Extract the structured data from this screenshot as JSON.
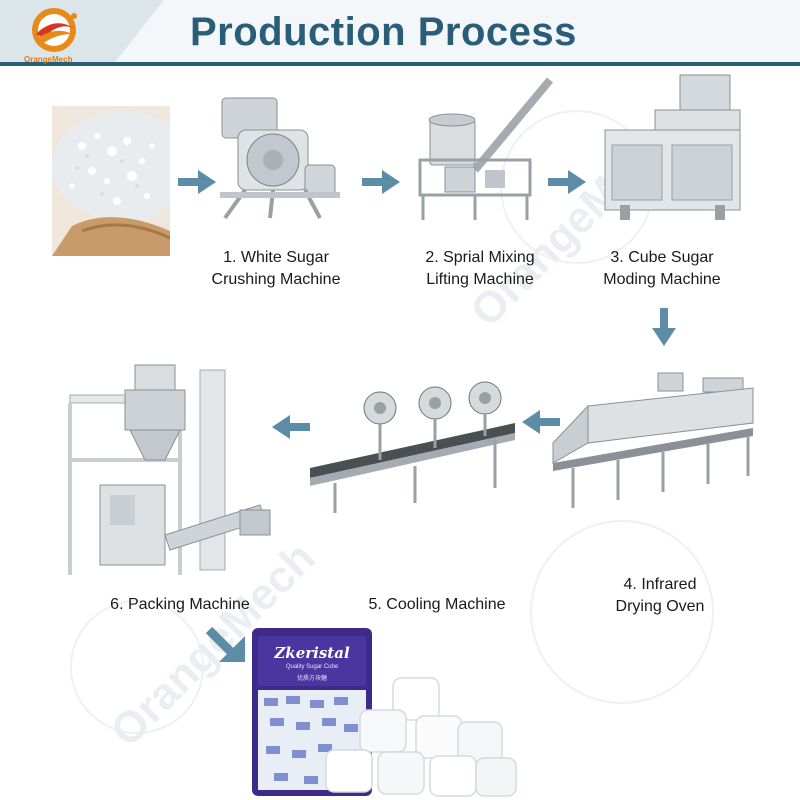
{
  "header": {
    "title": "Production Process",
    "logo_text": "OrangeMech"
  },
  "colors": {
    "accent": "#2a5d78",
    "arrow": "#5d8ca6",
    "logo_orange": "#e88a1a",
    "logo_red": "#d6361f"
  },
  "steps": [
    {
      "line1": "1. White Sugar",
      "line2": "Crushing Machine"
    },
    {
      "line1": "2. Sprial Mixing",
      "line2": "Lifting Machine"
    },
    {
      "line1": "3. Cube Sugar",
      "line2": "Moding Machine"
    },
    {
      "line1": "4. Infrared",
      "line2": "Drying Oven"
    },
    {
      "line1": "5. Cooling Machine",
      "line2": ""
    },
    {
      "line1": "6. Packing Machine",
      "line2": ""
    }
  ],
  "product": {
    "brand": "Zkeristal",
    "tagline": "Quality Sugar Cube",
    "cjk": "优质方块糖"
  },
  "watermark": {
    "text": "OrangeMech"
  }
}
